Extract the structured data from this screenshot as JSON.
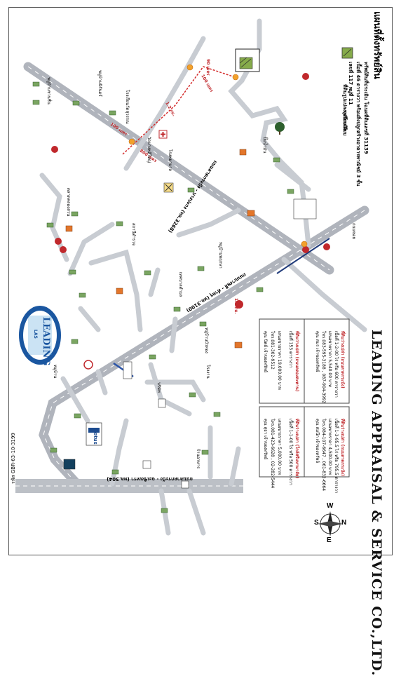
{
  "page": {
    "code": "รหัส GBR-63-10-3199"
  },
  "header": {
    "title": "แผนที่ตั้งทรัพย์สิน",
    "company": "LEADING APPRAISAL & SERVICE CO.,LTD.",
    "subject_desc_1": "ทรัพย์สินที่ประเมิน โฉนดที่ดินเลขที่ 31139",
    "subject_desc_2": "เนื้อที่ 46 ตารางวา พร้อมสิ่งปลูกสร้างอาคารพาณิชย์ 3 ชั้น",
    "subject_desc_3": "เลขที่ 117 หมู่ที่ 11",
    "legend_1": "ที่ดินรูปแปลงเปรียบเทียบ",
    "legend_2": "จุดอ้างอิง"
  },
  "roads": {
    "main_diag": "ถนนลาดกระบัง - บางปะกง (ทล.3268)",
    "main_bottom": "ถนนลาดกระบัง - ฉะเชิงเทรา (ทล.304)",
    "tapha_road": "ถนนบางพลี - ตำหรุ (ทล.3100)"
  },
  "distances": {
    "d1": "90 เมตร",
    "d2": "100 เมตร",
    "d3": "1.2 กม.",
    "d4": "800 เมตร",
    "d5": "100 เมตร",
    "d6": "1.8 กม."
  },
  "compass": {
    "n": "N",
    "s": "S",
    "e": "E",
    "w": "W"
  },
  "logo": {
    "name": "LEADING",
    "sub": "LAS"
  },
  "comparables": [
    {
      "no": "1",
      "title": "ที่ดินว่างเปล่า (ถนนลาดกระบัง)",
      "area": "เนื้อที่ 1-2-00 ไร่ หรือ 600 ตารางวา",
      "price": "เสนอขายราคา 5,540.00 บาท",
      "tel": "โทร.083-595-3188 , 087-904-3992",
      "contact": "คุณ สมร เจ้าของทรัพย์"
    },
    {
      "no": "2",
      "title": "ที่ดินว่างเปล่า (ถนนลาดกระบัง)",
      "area": "เนื้อที่ 1-3-95.5 ไร่ หรือ 795.5 ตารางวา",
      "price": "เสนอขายราคา 4,500.00 บาท",
      "tel": "โทร.084-107-6647 , 061-832-6664",
      "contact": "คุณ สมนึก เจ้าของทรัพย์"
    },
    {
      "no": "3",
      "title": "ที่ดินว่างเปล่า (ถนนคลองสะพาน)",
      "area": "เนื้อที่ 153 ตารางวา",
      "price": "เสนอขายราคา 19,000.00 บาท",
      "tel": "โทร.081-302-9512",
      "contact": "คุณ นิตย์ เจ้าของทรัพย์"
    },
    {
      "no": "4",
      "title": "ที่ดินว่างเปล่า (ใกล้ศรีมหามาลัย)",
      "area": "เนื้อที่ 1-1-00 ไร่ หรือ 500 ตารางวา",
      "price": "เสนอขายราคา 5,000.00 บาท",
      "tel": "โทร.081-423-6628 , 02-282-5444",
      "contact": "คุณ สุธา เจ้าของทรัพย์"
    }
  ],
  "places": {
    "lotus": "Lotus",
    "p1": "หมู่บ้านนิรันดร์",
    "p2": "หมู่บ้านชวนชื่น",
    "p3": "โรงเรียนวัดสุวรรณ",
    "p4": "วัดบางพลีใหญ่",
    "p5": "ตลาดคลองสวน",
    "p6": "สถานีตำรวจ",
    "p7": "โรงพยาบาล",
    "p8": "หมู่บ้านพฤกษา",
    "p9": "ปั๊มน้ำมัน",
    "p10": "เทศบาลตำบล",
    "p11": "หมู่บ้านบัวทอง",
    "p12": "บริษัท",
    "p13": "โรงงาน",
    "p14": "หมู่บ้าน",
    "p15": "ร้านอาหาร",
    "p16": "ถนนซอย"
  }
}
